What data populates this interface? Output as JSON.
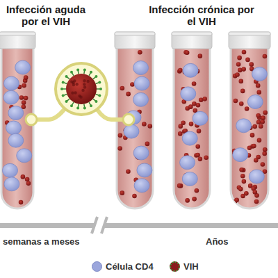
{
  "diagram": {
    "labels": [
      "Infección aguda por el VIH",
      "Infección crónica por el VIH",
      "semanas a meses",
      "Años"
    ],
    "legend": [
      {
        "text": "Célula CD4",
        "color": "#9ba6dc"
      },
      {
        "text": "VIH",
        "color": "#8b1c1c"
      }
    ]
  }
}
